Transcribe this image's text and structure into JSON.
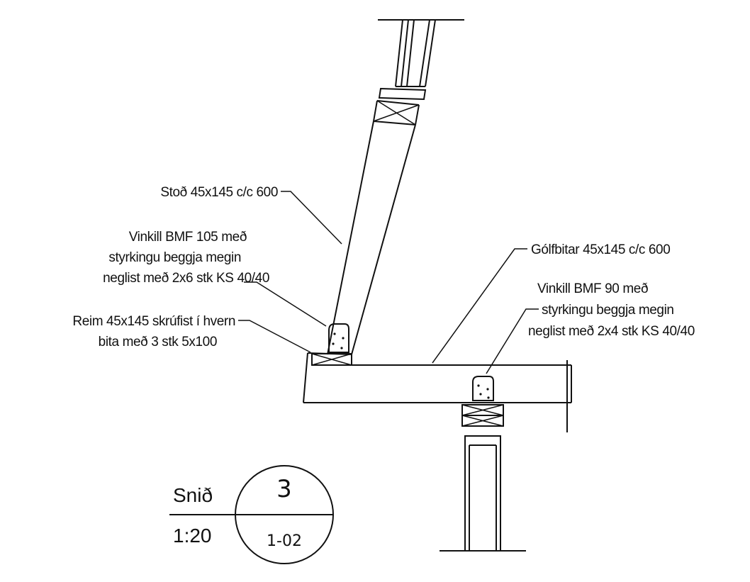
{
  "labels": {
    "stod": "Stoð 45x145 c/c 600",
    "vinkill105_l1": "Vinkill BMF 105 með",
    "vinkill105_l2": "styrkingu beggja megin",
    "vinkill105_l3": "neglist með 2x6 stk KS 40/40",
    "reim_l1": "Reim 45x145 skrúfist í hvern",
    "reim_l2": "bita með 3 stk 5x100",
    "golfbitar": "Gólfbitar 45x145 c/c 600",
    "vinkill90_l1": "Vinkill BMF 90 með",
    "vinkill90_l2": "styrkingu beggja megin",
    "vinkill90_l3": "neglist með 2x4 stk KS 40/40"
  },
  "section": {
    "name": "Snið",
    "scale": "1:20",
    "number": "3",
    "sheet": "1-02"
  }
}
